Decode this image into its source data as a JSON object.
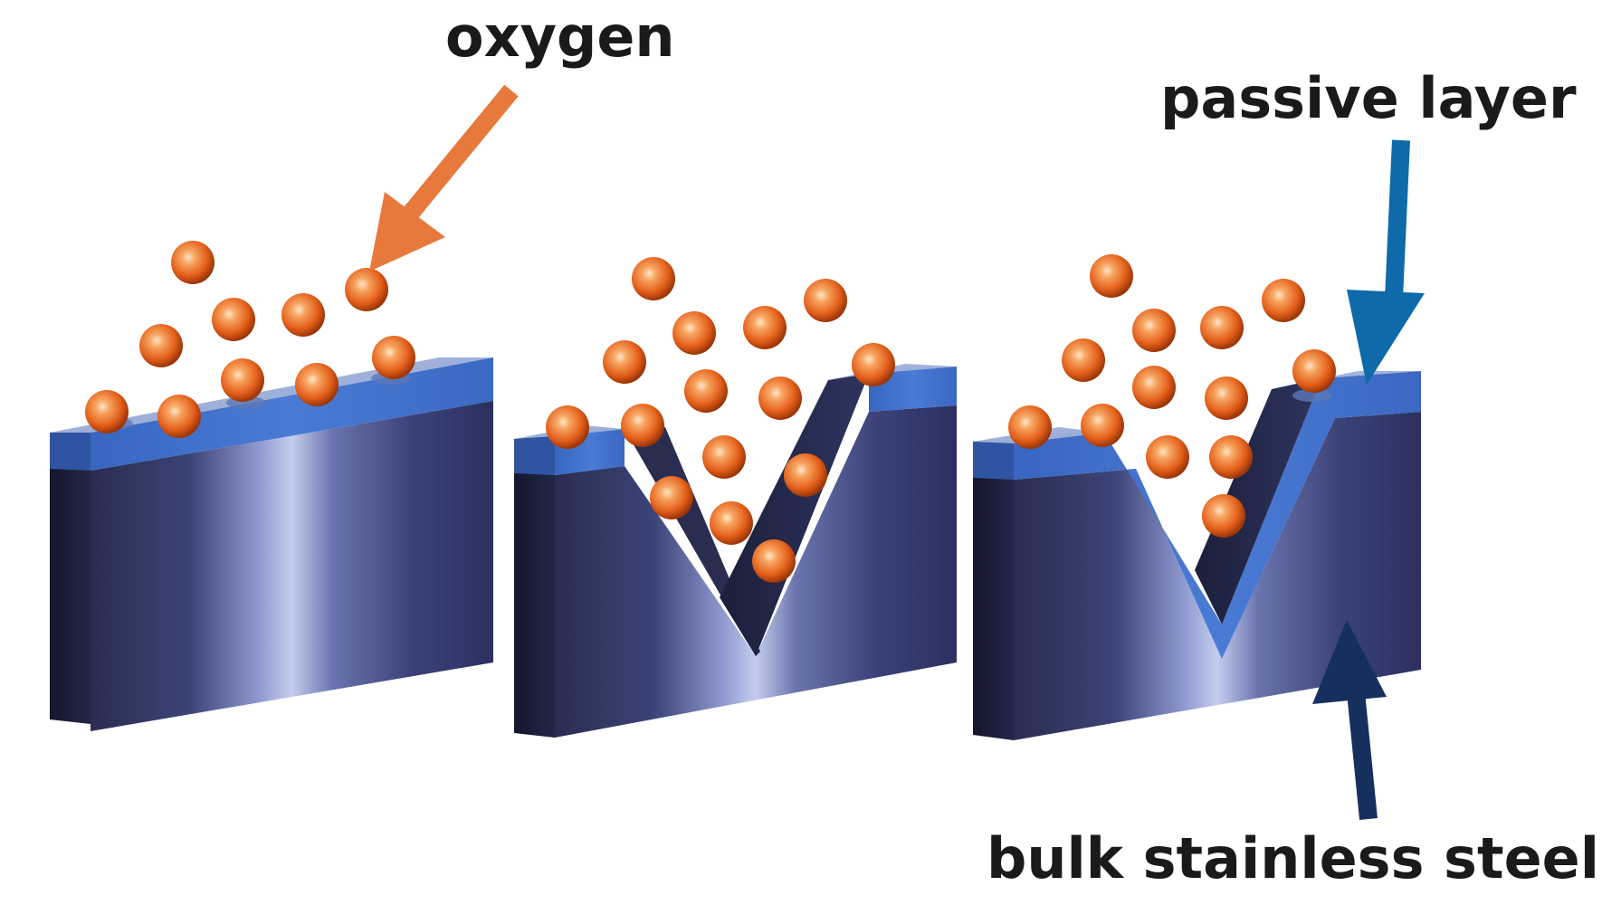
{
  "labels": {
    "oxygen": "oxygen",
    "passive_layer": "passive layer",
    "bulk_stainless_steel": "bulk stainless steel"
  },
  "colors": {
    "oxygen_arrow": "#e8793c",
    "passive_arrow": "#0e6aa8",
    "bulk_arrow": "#16305e",
    "passive_layer": "#3f6fc7",
    "passive_top": "#9fb3d9",
    "steel_dark": "#1f2340",
    "steel_light": "#b9c3e8",
    "oxygen_ball": "#e8651e"
  },
  "panels": [
    {
      "id": "intact",
      "state": "intact passive layer"
    },
    {
      "id": "scratched",
      "state": "scratched surface"
    },
    {
      "id": "repassivated",
      "state": "passive layer re-formed"
    }
  ]
}
